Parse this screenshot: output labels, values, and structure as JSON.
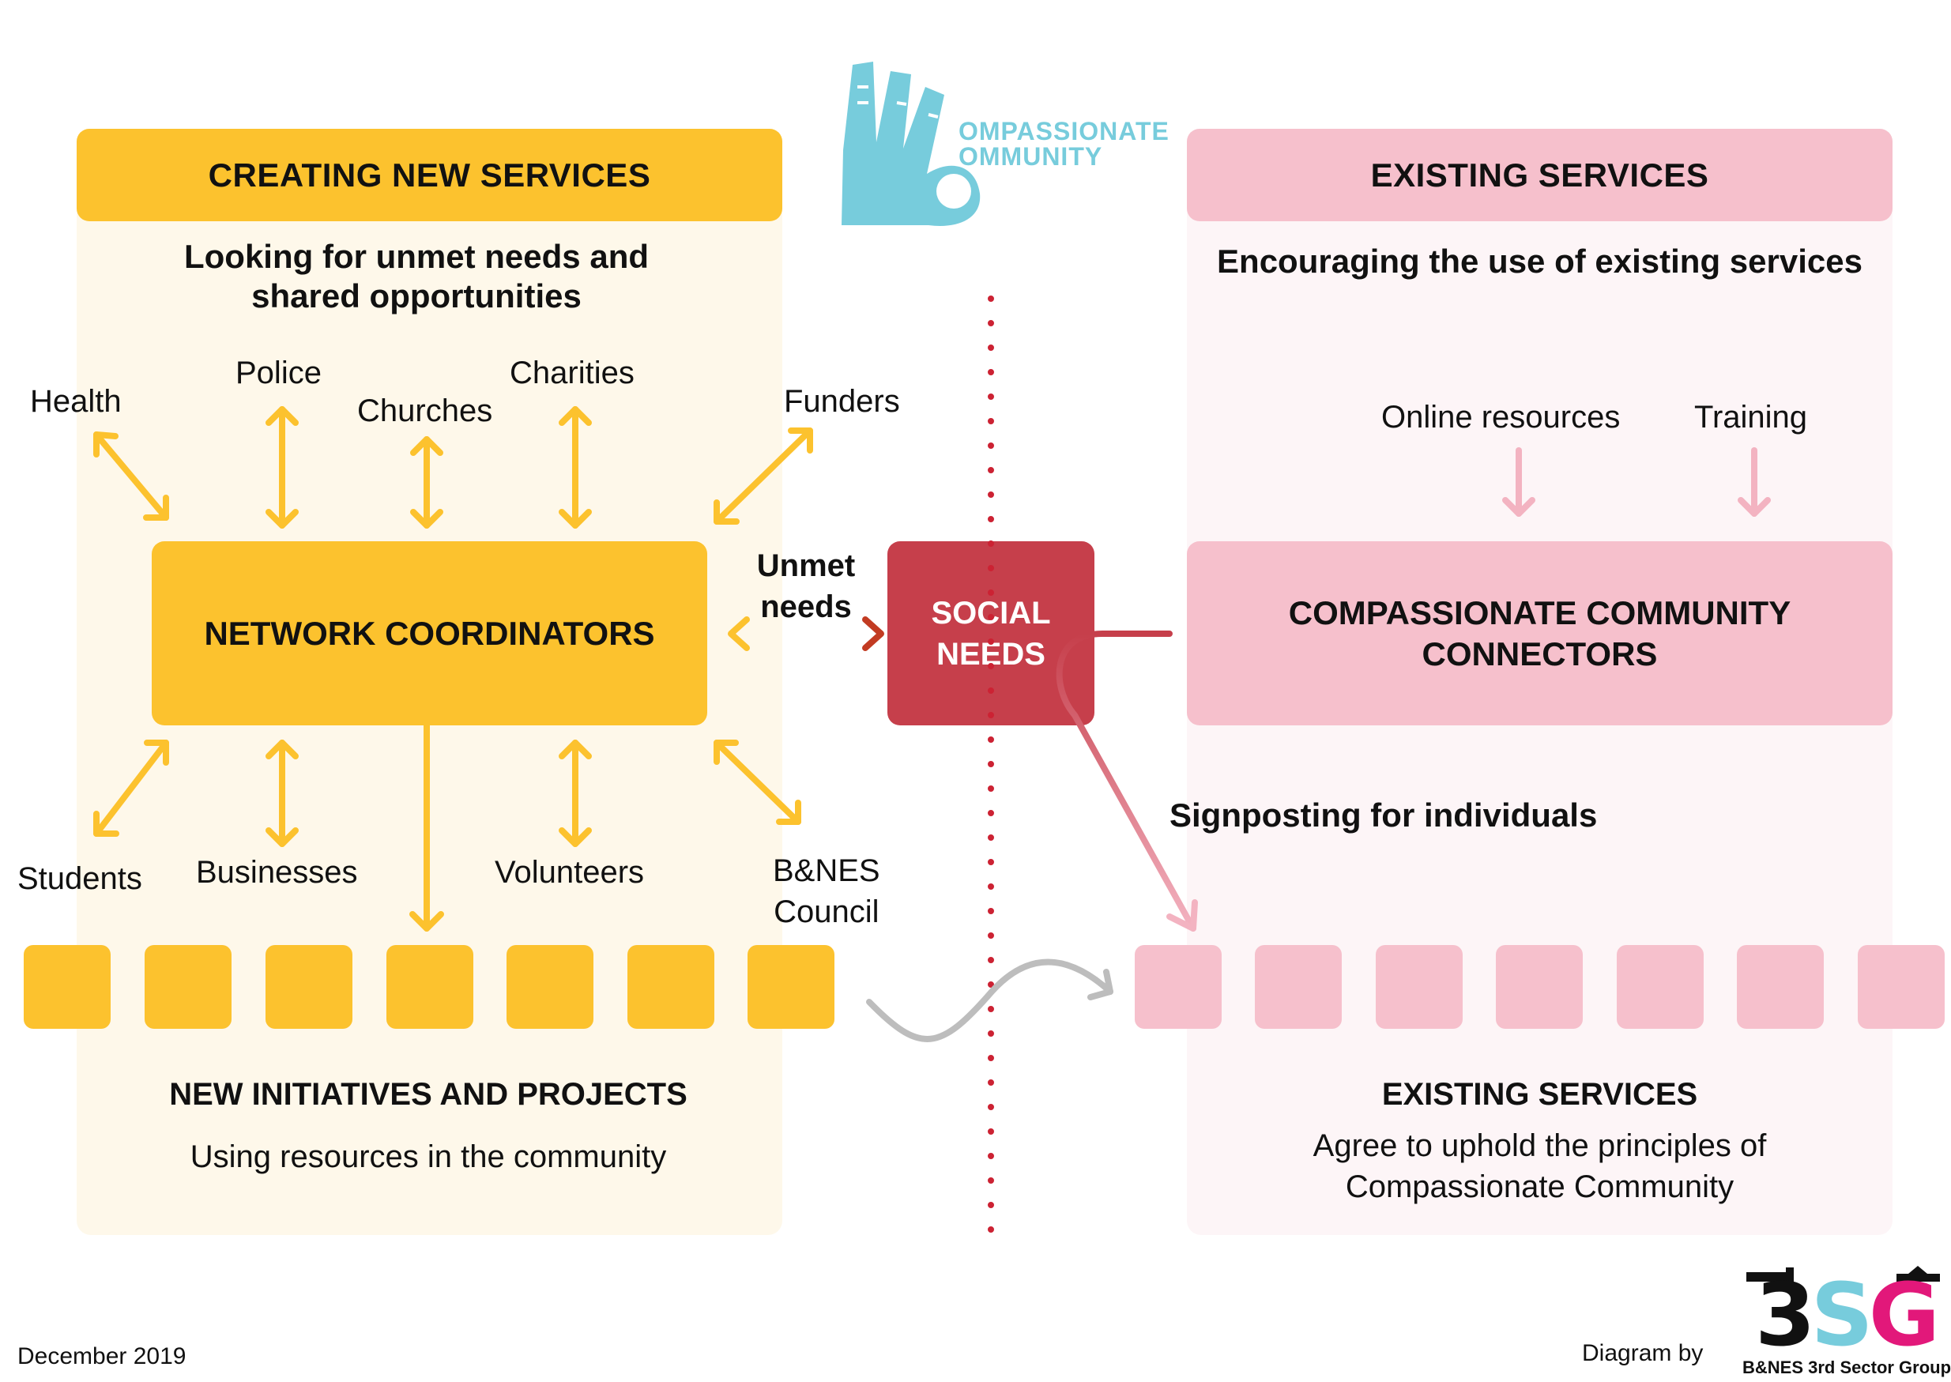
{
  "colors": {
    "yellow": "#fcc22e",
    "yellow_pale": "#fef8ea",
    "pink": "#f6c0cc",
    "pink_pale": "#fdf5f7",
    "red": "#c63f4b",
    "teal": "#77ccdc",
    "grey": "#bdbdbd"
  },
  "logo": {
    "line1": "OMPASSIONATE",
    "line2": "OMMUNITY",
    "icon": "hand-ok-icon"
  },
  "left": {
    "header": "CREATING NEW SERVICES",
    "subtitle_line1": "Looking for unmet needs and",
    "subtitle_line2": "shared opportunities",
    "partners_top": [
      "Health",
      "Police",
      "Churches",
      "Charities",
      "Funders"
    ],
    "partners_bottom": [
      "Students",
      "Businesses",
      "Volunteers",
      "B&NES",
      "Council"
    ],
    "center_box": "NETWORK COORDINATORS",
    "footer_title": "NEW INITIATIVES AND PROJECTS",
    "footer_sub": "Using resources in the community"
  },
  "middle": {
    "arrow_label_line1": "Unmet",
    "arrow_label_line2": "needs",
    "box_line1": "SOCIAL",
    "box_line2": "NEEDS"
  },
  "right": {
    "header": "EXISTING SERVICES",
    "subtitle": "Encouraging the use of existing services",
    "inputs": [
      "Online resources",
      "Training"
    ],
    "center_box_line1": "COMPASSIONATE COMMUNITY",
    "center_box_line2": "CONNECTORS",
    "signposting": "Signposting for individuals",
    "footer_title": "EXISTING SERVICES",
    "footer_sub_line1": "Agree to uphold the principles of",
    "footer_sub_line2": "Compassionate Community"
  },
  "footer": {
    "date": "December 2019",
    "credit": "Diagram by",
    "org_logo_text": "3SG",
    "org_name": "B&NES 3rd Sector Group"
  }
}
